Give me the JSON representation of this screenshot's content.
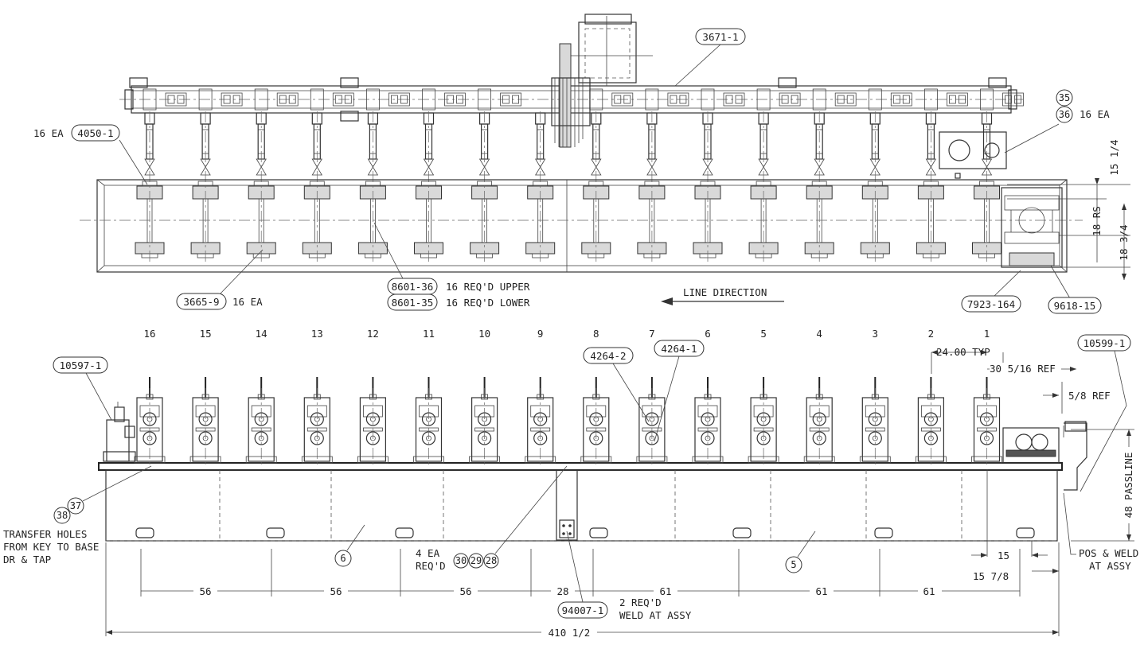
{
  "plan_view": {
    "callouts": {
      "c3671": "3671-1",
      "c4050": "4050-1",
      "c4050_qty": "16 EA",
      "c35": "35",
      "c36": "36",
      "c36_qty": "16 EA",
      "c3665": "3665-9",
      "c3665_qty": "16 EA",
      "c8601_36": "8601-36",
      "c8601_36_note": "16 REQ'D  UPPER",
      "c8601_35": "8601-35",
      "c8601_35_note": "16 REQ'D  LOWER",
      "c7923": "7923-164",
      "c9618": "9618-15"
    },
    "line_direction": "LINE DIRECTION",
    "dims": {
      "d15_14": "15 1/4",
      "d18rs": "18 RS",
      "d18_34": "18 3/4"
    }
  },
  "elevation_view": {
    "station_numbers": [
      "16",
      "15",
      "14",
      "13",
      "12",
      "11",
      "10",
      "9",
      "8",
      "7",
      "6",
      "5",
      "4",
      "3",
      "2",
      "1"
    ],
    "callouts": {
      "c10597": "10597-1",
      "c10599": "10599-1",
      "c4264_2": "4264-2",
      "c4264_1": "4264-1",
      "c37": "37",
      "c38": "38",
      "c6": "6",
      "c5": "5",
      "c30": "30",
      "c29": "29",
      "c28": "28",
      "c94007": "94007-1"
    },
    "notes": {
      "transfer_1": "TRANSFER HOLES",
      "transfer_2": "FROM KEY TO BASE",
      "transfer_3": "DR & TAP",
      "four_ea_1": "4 EA",
      "four_ea_2": "REQ'D",
      "two_req": "2 REQ'D",
      "weld_assy": "WELD AT ASSY",
      "pos_weld_1": "POS & WELD",
      "pos_weld_2": "AT ASSY"
    },
    "dims": {
      "typ": "24.00 TYP",
      "ref30": "30 5/16 REF",
      "ref58": "5/8 REF",
      "passline": "48 PASSLINE",
      "d15": "15",
      "d15_78": "15 7/8",
      "d56a": "56",
      "d56b": "56",
      "d56c": "56",
      "d28": "28",
      "d61a": "61",
      "d61b": "61",
      "d61c": "61",
      "overall": "410 1/2"
    }
  }
}
